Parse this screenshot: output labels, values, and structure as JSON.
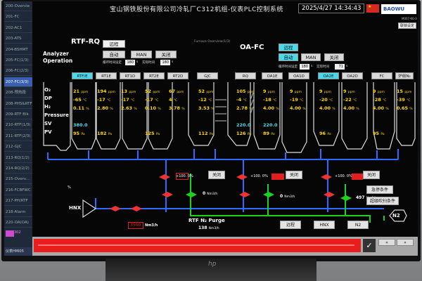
{
  "header": {
    "title": "宝山钢铁股份有限公司冷轧厂C312机组-仪表PLC控制系统",
    "datetime": "2025/4/27 14:34:43",
    "brand": "BAOWU",
    "tag_id": "M007-K6-3",
    "subtitle": "Furnace Overview(1/3)"
  },
  "sidebar": {
    "items": [
      "200-Overvie",
      "201-FC",
      "202-AC1",
      "203-ATS",
      "204-BSHMT",
      "205-FC(1/3)",
      "206-FC(2/3)",
      "207-FC(3/3)",
      "208-预热段",
      "208-PHS&RTF",
      "209-RTF Blk",
      "210-RTF(1/3)",
      "211-RTF(2/3)",
      "212-GJC",
      "213-RQ(1/2)",
      "214-RQ(2/2)",
      "215-Overv...",
      "216-FCBFWC",
      "217-PH/RTF",
      "218-Alarm",
      "220-OA(OA)"
    ],
    "active_index": 7,
    "bottom_label": "仪表HMI05",
    "pink_label": "302"
  },
  "rtf_rq": {
    "label": "RTF-RQ",
    "analyzer_label": "Analyzer",
    "operation_label": "Operation",
    "btn_remote": "远程",
    "btn_auto": "自动",
    "btn_man": "MAN",
    "btn_off": "关闭",
    "cycle_set_label": "循环时间设定",
    "cycle_set_value": "180",
    "cycle_set_unit": "s",
    "cycle_act_label": "实际时间",
    "cycle_act_value": "180",
    "cycle_act_unit": "s"
  },
  "oa_fc": {
    "label": "OA-FC",
    "btn_remote": "远程",
    "btn_auto": "自动",
    "btn_man": "MAN",
    "btn_off": "关闭",
    "cycle_set_label": "循环时间设定",
    "cycle_set_value": "180",
    "cycle_set_unit": "s",
    "cycle_act_label": "实际时间",
    "cycle_act_value": "71",
    "cycle_act_unit": "s"
  },
  "row_labels": [
    "O₂",
    "DP",
    "H₂",
    "Pressure",
    "SV",
    "PV"
  ],
  "columns": [
    {
      "name": "RTF/E",
      "cyan": true,
      "o2": "21",
      "o2u": "ppm",
      "dp": "-65",
      "dpu": "°C",
      "h2": "0.11",
      "h2u": "%",
      "sv": "380.0",
      "pv": "95",
      "pvu": "Pa"
    },
    {
      "name": "RT1E",
      "cyan": false,
      "o2": "194",
      "o2u": "ppm",
      "dp": "-17",
      "dpu": "°C",
      "h2": "2.80",
      "h2u": "%",
      "sv": "",
      "pv": "182",
      "pvu": "Pa"
    },
    {
      "name": "RT1D",
      "cyan": false,
      "o2": "13",
      "o2u": "ppm",
      "dp": "-17",
      "dpu": "°C",
      "h2": "2.63",
      "h2u": "%",
      "sv": "",
      "pv": "",
      "pvu": ""
    },
    {
      "name": "RT2E",
      "cyan": false,
      "o2": "52",
      "o2u": "ppm",
      "dp": "-17",
      "dpu": "°C",
      "h2": "0.10",
      "h2u": "%",
      "sv": "",
      "pv": "125",
      "pvu": "Pa"
    },
    {
      "name": "RT2D",
      "cyan": false,
      "o2": "67",
      "o2u": "ppm",
      "dp": "4",
      "dpu": "°C",
      "h2": "3.78",
      "h2u": "%",
      "sv": "",
      "pv": "",
      "pvu": ""
    },
    {
      "name": "GJC",
      "cyan": false,
      "o2": "52",
      "o2u": "ppm",
      "dp": "-12",
      "dpu": "°C",
      "h2": "3.53",
      "h2u": "%",
      "sv": "",
      "pv": "112",
      "pvu": "Pa"
    },
    {
      "name": "RQ",
      "cyan": false,
      "o2": "105",
      "o2u": "ppm",
      "dp": "-4",
      "dpu": "°C",
      "h2": "2.78",
      "h2u": "%",
      "sv": "220.0",
      "pv": "126",
      "pvu": "Pa"
    },
    {
      "name": "OA1E",
      "cyan": false,
      "o2": "9",
      "o2u": "ppm",
      "dp": "-18",
      "dpu": "°C",
      "h2": "4.00",
      "h2u": "%",
      "sv": "220.0",
      "pv": "89",
      "pvu": "Pa"
    },
    {
      "name": "OA1D",
      "cyan": false,
      "o2": "9",
      "o2u": "ppm",
      "dp": "-19",
      "dpu": "°C",
      "h2": "4.00",
      "h2u": "%",
      "sv": "",
      "pv": "",
      "pvu": ""
    },
    {
      "name": "OA2E",
      "cyan": true,
      "o2": "9",
      "o2u": "ppm",
      "dp": "-20",
      "dpu": "°C",
      "h2": "4.00",
      "h2u": "%",
      "sv": "",
      "pv": "96",
      "pvu": "Pa"
    },
    {
      "name": "OA2D",
      "cyan": false,
      "o2": "9",
      "o2u": "ppm",
      "dp": "-22",
      "dpu": "°C",
      "h2": "4.00",
      "h2u": "%",
      "sv": "",
      "pv": "",
      "pvu": ""
    },
    {
      "name": "FC",
      "cyan": false,
      "o2": "9",
      "o2u": "ppm",
      "dp": "-28",
      "dpu": "°C",
      "h2": "4.00",
      "h2u": "%",
      "sv": "",
      "pv": "95",
      "pvu": "Pa"
    },
    {
      "name": "炉前N₂",
      "cyan": false,
      "o2": "15",
      "o2u": "ppm",
      "dp": "-39",
      "dpu": "°C",
      "h2": "0.65",
      "h2u": "%",
      "sv": "",
      "pv": "",
      "pvu": ""
    }
  ],
  "valves": {
    "v1_pct": "+100. 0%",
    "v2_pct": "+100. 0%",
    "v3_pct": "+100. 0%",
    "off_label": "关闭",
    "flow1": "0",
    "flow2": "0",
    "flow3": "497",
    "flow_unit": "Nm3/h",
    "hnx_flow": "3500",
    "hnx_unit": "Nm3/h",
    "purge_label": "RTF N₂ Purge",
    "purge_value": "138",
    "purge_unit": "Nm3/h",
    "pct_sign": "%"
  },
  "bottom_controls": {
    "hnx": "HNX",
    "n2": "N2",
    "n2_bottom": "N2",
    "hnx_bottom": "HNX",
    "remote": "远程",
    "emergency": "急停条件",
    "super_blow": "超级吹扫条件"
  },
  "footer": {
    "ack": "✓",
    "prev": "«",
    "next": "»"
  },
  "misc": {
    "right_top_btn": "联锁设定",
    "logo": "hp"
  }
}
